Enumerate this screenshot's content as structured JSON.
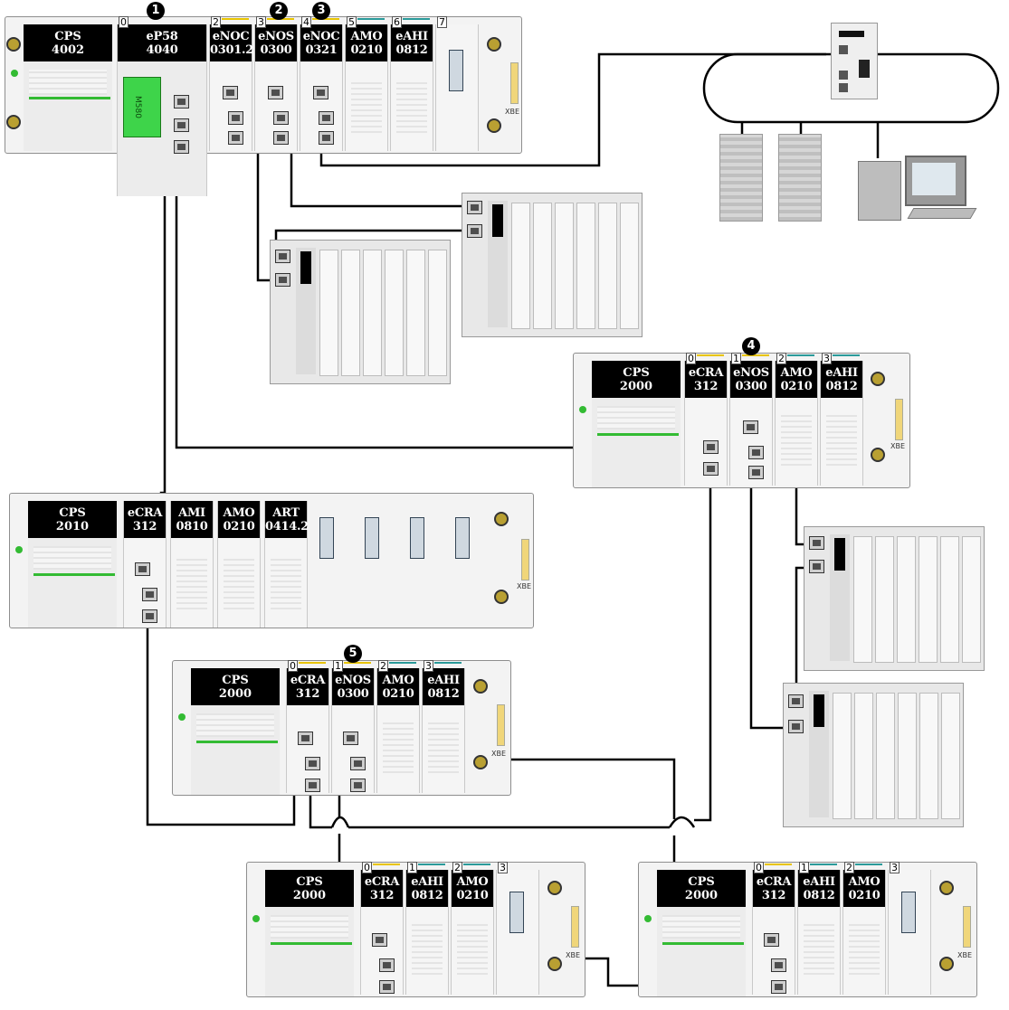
{
  "accent_colors": {
    "link_led": "#33bb33",
    "slot_yellow": "#e8c400",
    "slot_teal": "#2a9a9a",
    "cable": "#000000"
  },
  "callouts": [
    "1",
    "2",
    "3",
    "4",
    "5"
  ],
  "racks": {
    "main": {
      "ps": {
        "name": "CPS",
        "model": "4002"
      },
      "modules": [
        {
          "slot": "0",
          "name": "eP58",
          "model": "4040"
        },
        {
          "slot": "2",
          "name": "eNOC",
          "model": "0301.2"
        },
        {
          "slot": "3",
          "name": "eNOS",
          "model": "0300"
        },
        {
          "slot": "4",
          "name": "eNOC",
          "model": "0321"
        },
        {
          "slot": "5",
          "name": "AMO",
          "model": "0210"
        },
        {
          "slot": "6",
          "name": "eAHI",
          "model": "0812"
        },
        {
          "slot": "7",
          "name": "",
          "model": ""
        }
      ]
    },
    "r4": {
      "ps": {
        "name": "CPS",
        "model": "2000"
      },
      "modules": [
        {
          "slot": "0",
          "name": "eCRA",
          "model": "312"
        },
        {
          "slot": "1",
          "name": "eNOS",
          "model": "0300"
        },
        {
          "slot": "2",
          "name": "AMO",
          "model": "0210"
        },
        {
          "slot": "3",
          "name": "eAHI",
          "model": "0812"
        }
      ]
    },
    "r2010": {
      "ps": {
        "name": "CPS",
        "model": "2010"
      },
      "modules": [
        {
          "slot": "",
          "name": "eCRA",
          "model": "312"
        },
        {
          "slot": "",
          "name": "AMI",
          "model": "0810"
        },
        {
          "slot": "",
          "name": "AMO",
          "model": "0210"
        },
        {
          "slot": "",
          "name": "ART",
          "model": "0414.2"
        }
      ]
    },
    "r5": {
      "ps": {
        "name": "CPS",
        "model": "2000"
      },
      "modules": [
        {
          "slot": "0",
          "name": "eCRA",
          "model": "312"
        },
        {
          "slot": "1",
          "name": "eNOS",
          "model": "0300"
        },
        {
          "slot": "2",
          "name": "AMO",
          "model": "0210"
        },
        {
          "slot": "3",
          "name": "eAHI",
          "model": "0812"
        }
      ]
    },
    "bl": {
      "ps": {
        "name": "CPS",
        "model": "2000"
      },
      "modules": [
        {
          "slot": "0",
          "name": "eCRA",
          "model": "312"
        },
        {
          "slot": "1",
          "name": "eAHI",
          "model": "0812"
        },
        {
          "slot": "2",
          "name": "AMO",
          "model": "0210"
        },
        {
          "slot": "3",
          "name": "",
          "model": ""
        }
      ]
    },
    "br": {
      "ps": {
        "name": "CPS",
        "model": "2000"
      },
      "modules": [
        {
          "slot": "0",
          "name": "eCRA",
          "model": "312"
        },
        {
          "slot": "1",
          "name": "eAHI",
          "model": "0812"
        },
        {
          "slot": "2",
          "name": "AMO",
          "model": "0210"
        },
        {
          "slot": "3",
          "name": "",
          "model": ""
        }
      ]
    }
  },
  "rack_label": "XBE",
  "cpu_panel_text": "M580"
}
